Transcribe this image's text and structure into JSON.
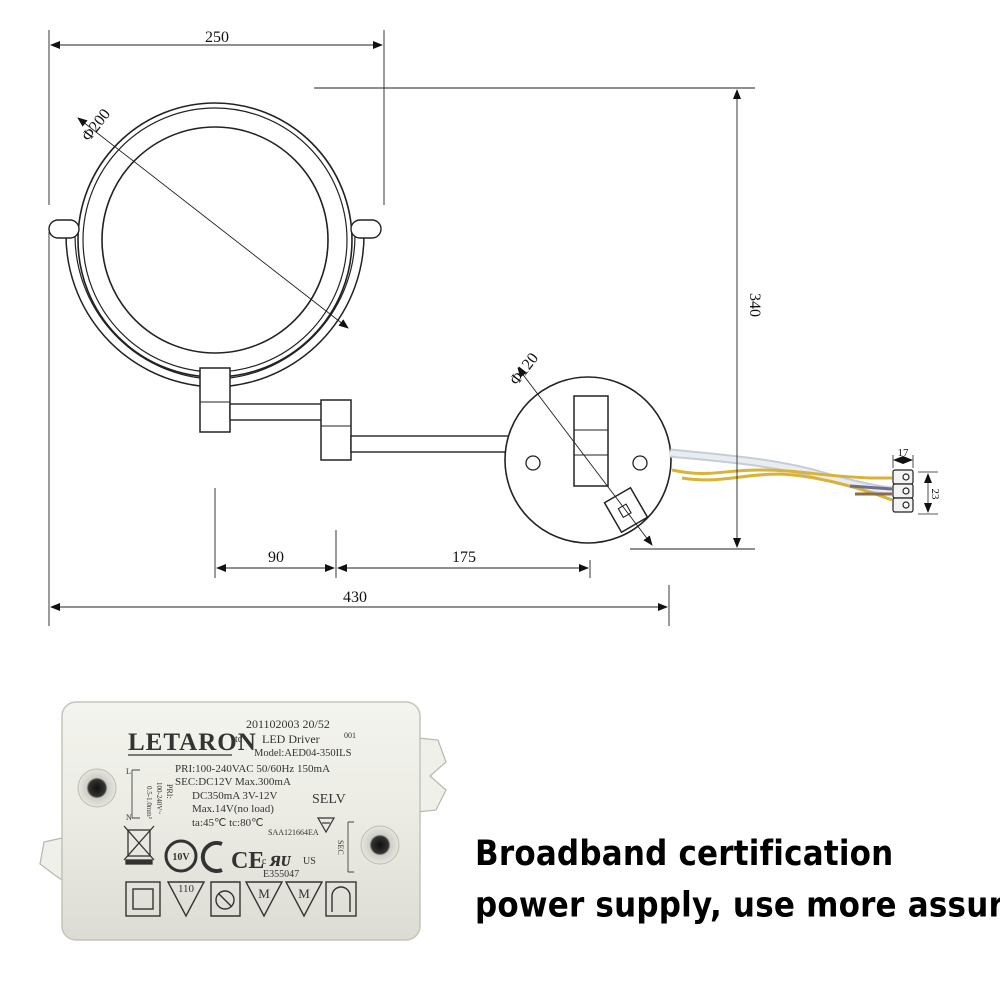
{
  "dimensions": {
    "width_top": "250",
    "mirror_diameter": "Φ200",
    "height": "340",
    "base_diameter": "Φ120",
    "arm_short": "90",
    "arm_long": "175",
    "total_length": "430",
    "connector_width": "17",
    "connector_height": "23"
  },
  "driver_label": {
    "brand": "LETARON",
    "tc_mark": "tc",
    "serial": "201102003  20/52",
    "serial_sub": "001",
    "product": "LED Driver",
    "model": "Model:AED04-350ILS",
    "pri": "PRI:100-240VAC 50/60Hz 150mA",
    "sec": "SEC:DC12V  Max.300mA",
    "dc": "DC350mA  3V-12V",
    "selv": "SELV",
    "max_v": "Max.14V(no load)",
    "temps": "ta:45℃  tc:80℃",
    "saa": "SAA121664EA",
    "file_no": "E355047",
    "mark_110": "110",
    "mark_m1": "M",
    "mark_m2": "M",
    "mark_10v": "10V",
    "mark_ce": "CE",
    "mark_us": "US",
    "mark_c": "c",
    "side_pri": "PRI:",
    "side_pri_range": "100-240V~",
    "side_sec": "SEC",
    "side_l": "L",
    "side_n": "N",
    "side_wire": "0.5-1.0mm²"
  },
  "caption": {
    "line1": "Broadband certification",
    "line2": "power supply, use more assured"
  }
}
